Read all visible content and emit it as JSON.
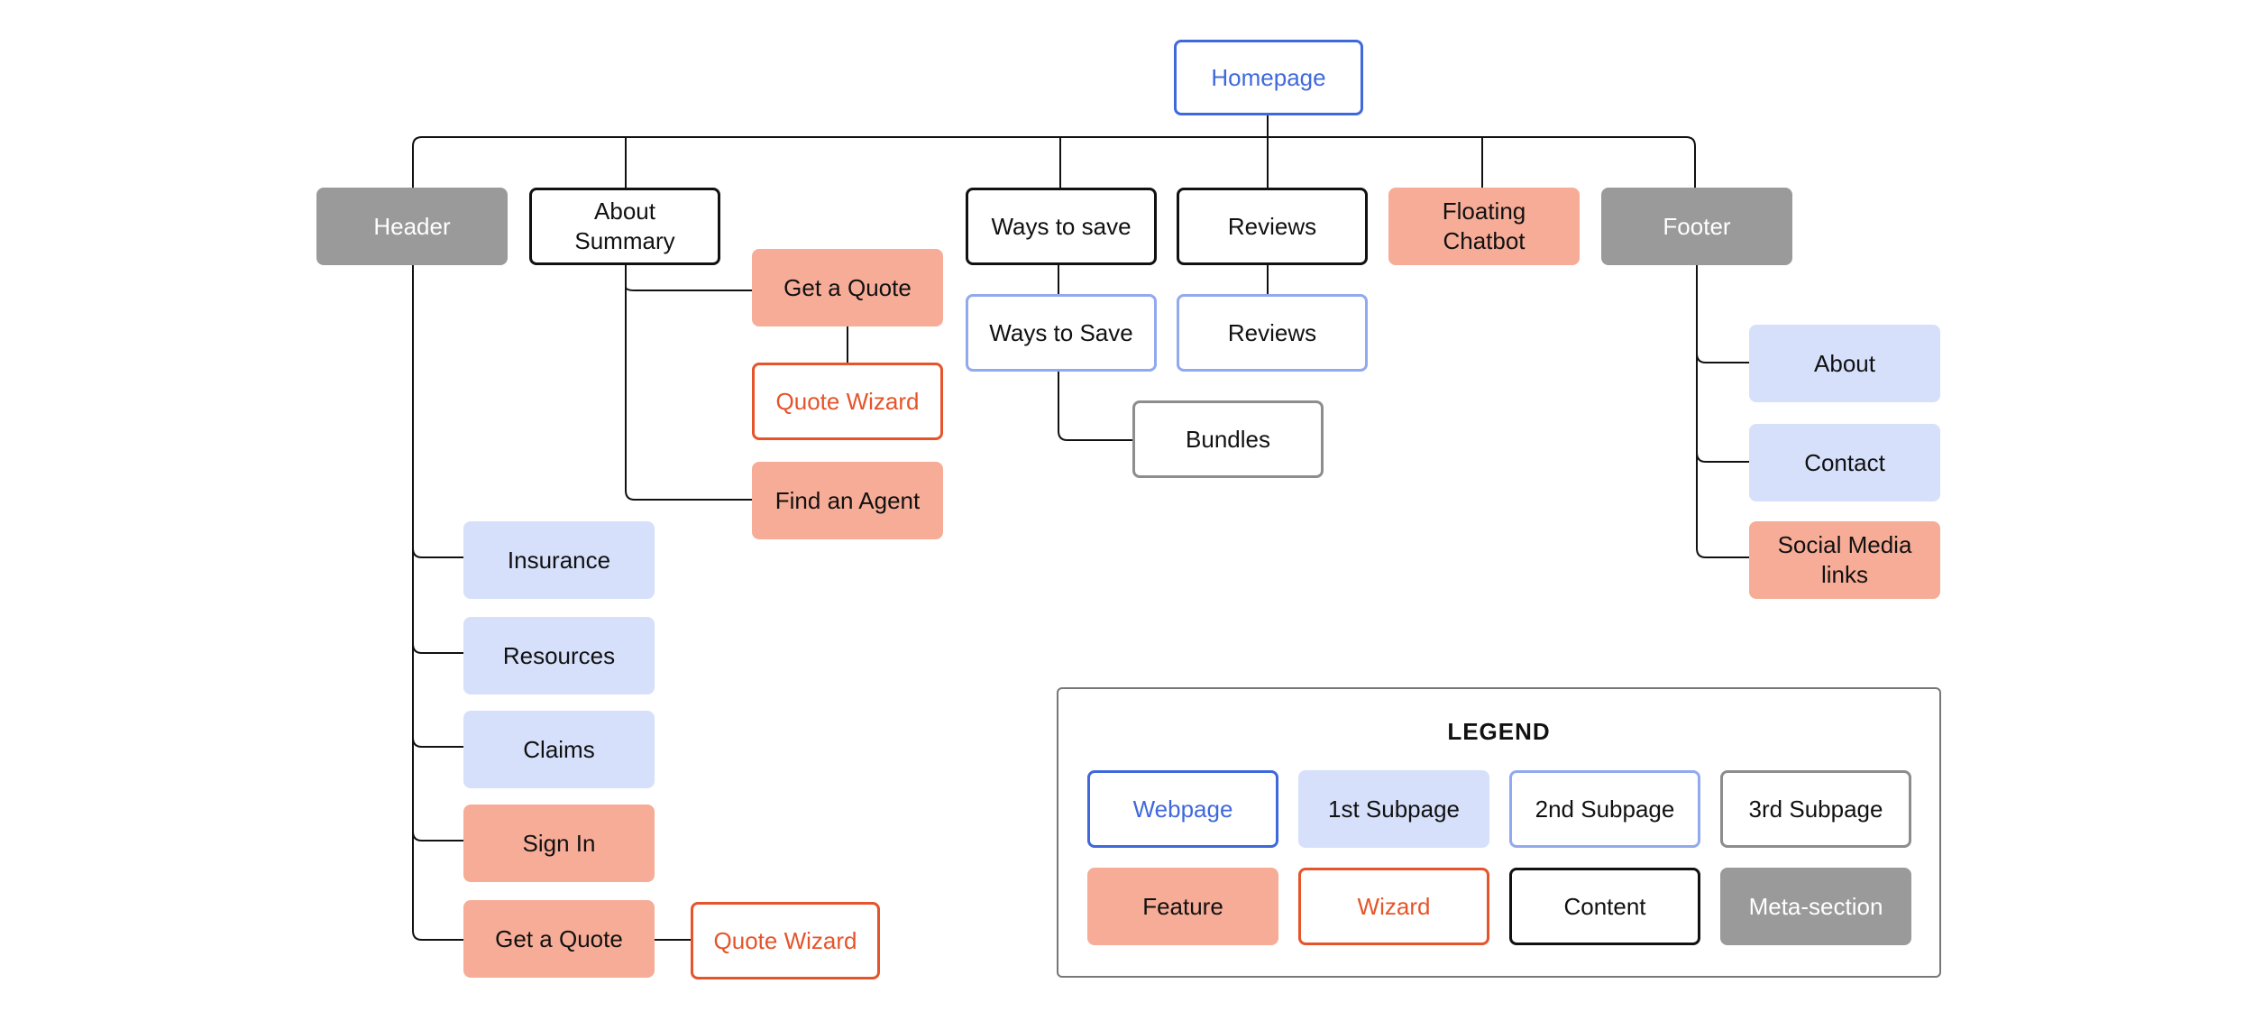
{
  "diagram": {
    "nodes": {
      "homepage": "Homepage",
      "header": "Header",
      "about_summary": "About\nSummary",
      "get_quote_about": "Get a Quote",
      "quote_wizard_about": "Quote Wizard",
      "find_agent": "Find an Agent",
      "ways_to_save_content": "Ways to save",
      "ways_to_save_page": "Ways to Save",
      "bundles": "Bundles",
      "reviews_content": "Reviews",
      "reviews_page": "Reviews",
      "floating_chatbot": "Floating\nChatbot",
      "footer": "Footer",
      "about": "About",
      "contact": "Contact",
      "social_media_links": "Social Media\nlinks",
      "insurance": "Insurance",
      "resources": "Resources",
      "claims": "Claims",
      "sign_in": "Sign In",
      "get_quote_header": "Get a Quote",
      "quote_wizard_header": "Quote Wizard"
    }
  },
  "legend": {
    "title": "LEGEND",
    "items": {
      "webpage": "Webpage",
      "sub1": "1st Subpage",
      "sub2": "2nd Subpage",
      "sub3": "3rd Subpage",
      "feature": "Feature",
      "wizard": "Wizard",
      "content": "Content",
      "meta": "Meta-section"
    }
  },
  "colors": {
    "webpage_border": "#3f68dc",
    "subpage1_fill": "#d6e0fb",
    "subpage2_border": "#91a9ee",
    "subpage3_border": "#8d8d8d",
    "feature_fill": "#f6ac97",
    "wizard_border": "#e5542a",
    "content_border": "#111111",
    "meta_fill": "#9a9a9a",
    "connector": "#111111"
  }
}
